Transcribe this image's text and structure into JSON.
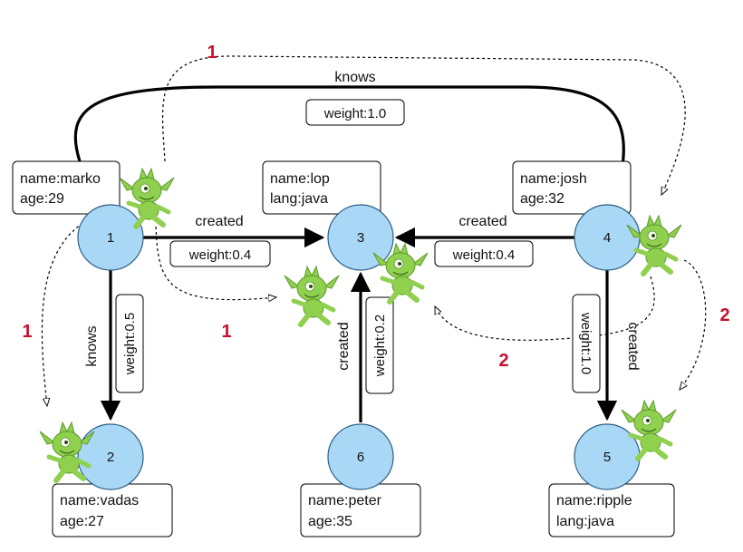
{
  "vertices": [
    {
      "id": "1",
      "props": [
        "name:marko",
        "age:29"
      ]
    },
    {
      "id": "2",
      "props": [
        "name:vadas",
        "age:27"
      ]
    },
    {
      "id": "3",
      "props": [
        "name:lop",
        "lang:java"
      ]
    },
    {
      "id": "4",
      "props": [
        "name:josh",
        "age:32"
      ]
    },
    {
      "id": "5",
      "props": [
        "name:ripple",
        "lang:java"
      ]
    },
    {
      "id": "6",
      "props": [
        "name:peter",
        "age:35"
      ]
    }
  ],
  "edges": [
    {
      "from": "1",
      "to": "4",
      "label": "knows",
      "weight": "weight:1.0"
    },
    {
      "from": "1",
      "to": "3",
      "label": "created",
      "weight": "weight:0.4"
    },
    {
      "from": "4",
      "to": "3",
      "label": "created",
      "weight": "weight:0.4"
    },
    {
      "from": "1",
      "to": "2",
      "label": "knows",
      "weight": "weight:0.5"
    },
    {
      "from": "6",
      "to": "3",
      "label": "created",
      "weight": "weight:0.2"
    },
    {
      "from": "4",
      "to": "5",
      "label": "created",
      "weight": "weight:1.0"
    }
  ],
  "traversal_steps": [
    "1",
    "1",
    "1",
    "2",
    "2"
  ],
  "colors": {
    "vertex_fill": "#a9d8f7",
    "vertex_stroke": "#2f5f85",
    "step_label": "#c8102e",
    "traverser": "#8fd14f"
  },
  "traverser_icon": "gremlin-icon"
}
